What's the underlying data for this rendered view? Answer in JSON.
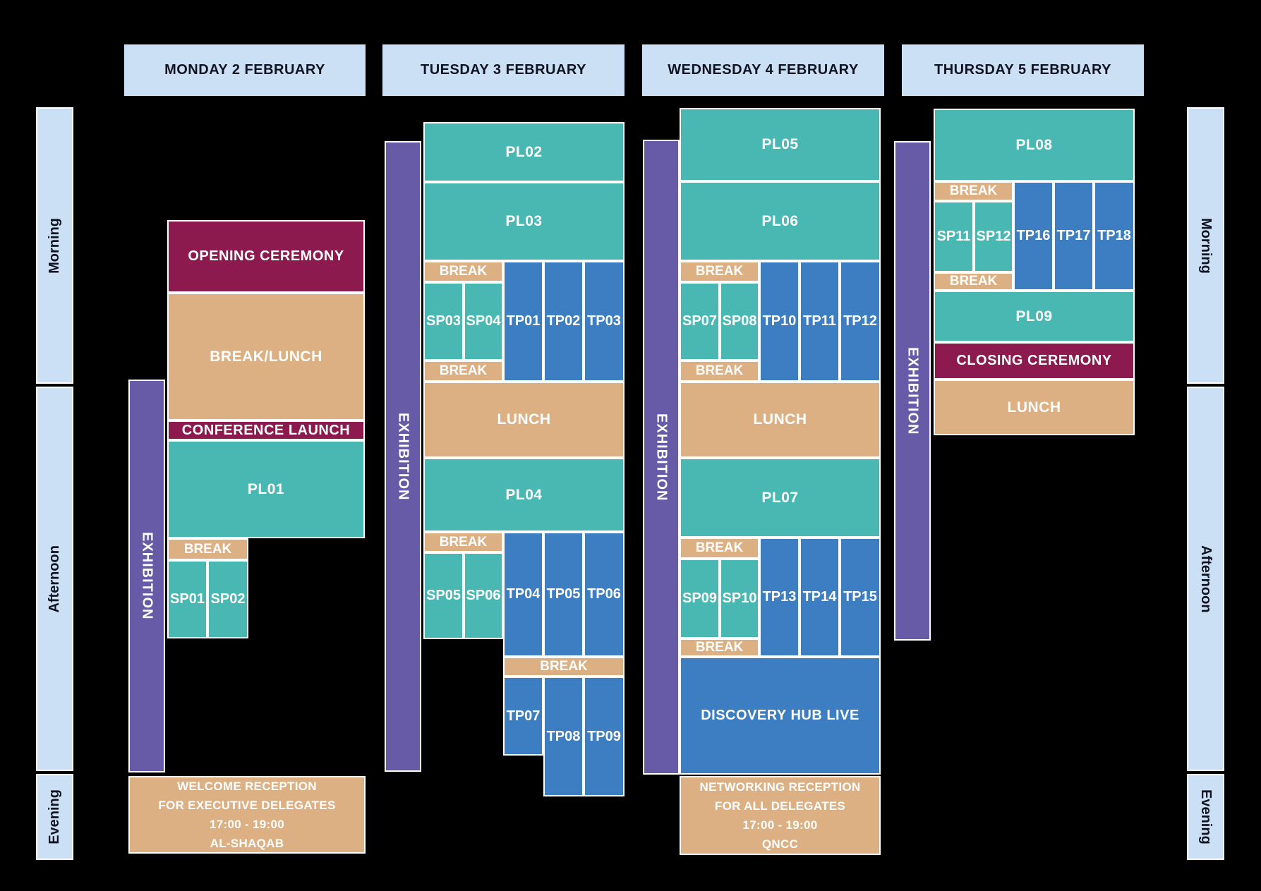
{
  "headers": {
    "monday": "MONDAY 2 FEBRUARY",
    "tuesday": "TUESDAY 3 FEBRUARY",
    "wednesday": "WEDNESDAY 4 FEBRUARY",
    "thursday": "THURSDAY 5 FEBRUARY"
  },
  "time_periods": {
    "morning": "Morning",
    "afternoon": "Afternoon",
    "evening": "Evening"
  },
  "labels": {
    "exhibition": "EXHIBITION",
    "break": "BREAK",
    "lunch": "LUNCH",
    "break_lunch": "BREAK/LUNCH",
    "opening_ceremony": "OPENING CEREMONY",
    "conference_launch": "CONFERENCE LAUNCH",
    "closing_ceremony": "CLOSING CEREMONY",
    "discovery_hub": "DISCOVERY HUB LIVE"
  },
  "sessions": {
    "pl01": "PL01",
    "pl02": "PL02",
    "pl03": "PL03",
    "pl04": "PL04",
    "pl05": "PL05",
    "pl06": "PL06",
    "pl07": "PL07",
    "pl08": "PL08",
    "pl09": "PL09",
    "sp01": "SP01",
    "sp02": "SP02",
    "sp03": "SP03",
    "sp04": "SP04",
    "sp05": "SP05",
    "sp06": "SP06",
    "sp07": "SP07",
    "sp08": "SP08",
    "sp09": "SP09",
    "sp10": "SP10",
    "sp11": "SP11",
    "sp12": "SP12",
    "tp01": "TP01",
    "tp02": "TP02",
    "tp03": "TP03",
    "tp04": "TP04",
    "tp05": "TP05",
    "tp06": "TP06",
    "tp07": "TP07",
    "tp08": "TP08",
    "tp09": "TP09",
    "tp10": "TP10",
    "tp11": "TP11",
    "tp12": "TP12",
    "tp13": "TP13",
    "tp14": "TP14",
    "tp15": "TP15",
    "tp16": "TP16",
    "tp17": "TP17",
    "tp18": "TP18"
  },
  "receptions": {
    "welcome": {
      "lines": [
        "WELCOME RECEPTION",
        "FOR EXECUTIVE DELEGATES",
        "17:00 - 19:00",
        "AL-SHAQAB"
      ]
    },
    "networking": {
      "lines": [
        "NETWORKING RECEPTION",
        "FOR ALL DELEGATES",
        "17:00 - 19:00",
        "QNCC"
      ]
    }
  },
  "colors": {
    "background": "#000000",
    "header_blue": "#cbe0f4",
    "plenary_teal": "#49b7b2",
    "parallel_blue": "#3c7ec1",
    "break_tan": "#ddb083",
    "ceremony_maroon": "#8c1a4f",
    "exhibition_purple": "#675aa6",
    "text_light": "#ffffff",
    "text_dark": "#101322"
  }
}
